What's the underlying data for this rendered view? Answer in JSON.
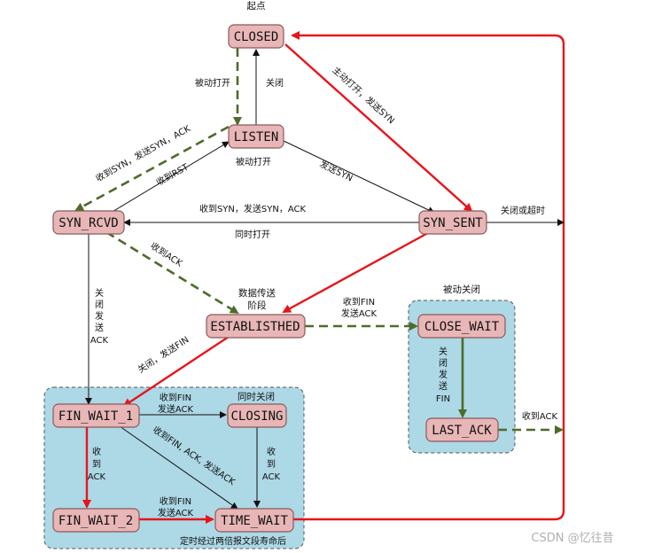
{
  "colors": {
    "state_fill": "#e8b6b6",
    "state_stroke": "#8a5a5a",
    "region_fill": "#add8e6",
    "region_stroke": "#555555",
    "red": "#e8141a",
    "green": "#4e6b2a",
    "black": "#111111"
  },
  "titles": {
    "start": "起点",
    "passive_close": "被动关闭",
    "simultaneous_close": "同时关闭",
    "data_transfer_1": "数据传送",
    "data_transfer_2": "阶段",
    "timed_wait": "定时经过两倍报文段寿命后"
  },
  "states": {
    "closed": "CLOSED",
    "listen": "LISTEN",
    "syn_rcvd": "SYN_RCVD",
    "syn_sent": "SYN_SENT",
    "established": "ESTABLISTHED",
    "close_wait": "CLOSE_WAIT",
    "last_ack": "LAST_ACK",
    "fin_wait_1": "FIN_WAIT_1",
    "closing": "CLOSING",
    "fin_wait_2": "FIN_WAIT_2",
    "time_wait": "TIME_WAIT"
  },
  "labels": {
    "passive_open_1": "被动打开",
    "close_1": "关闭",
    "active_open_send_syn": "主动打开，发送SYN",
    "recv_syn_send_synack_1": "收到SYN，发送SYN，ACK",
    "recv_rst": "收到RST",
    "passive_open_2": "被动打开",
    "send_syn": "发送SYN",
    "recv_syn_send_synack_2": "收到SYN，发送SYN，ACK",
    "simultaneous_open": "同时打开",
    "close_or_timeout": "关闭或超时",
    "recv_ack_1": "收到ACK",
    "recv_fin_send_ack_1a": "收到FIN",
    "recv_fin_send_ack_1b": "发送ACK",
    "close_send_fin_v": [
      "关",
      "闭",
      "发",
      "送",
      "ACK"
    ],
    "close_send_fin": "关闭，发送FIN",
    "close_send_fin_v2": [
      "关",
      "闭",
      "发",
      "送",
      "FIN"
    ],
    "recv_ack_2": "收到ACK",
    "recv_fin_send_ack_2a": "收到FIN",
    "recv_fin_send_ack_2b": "发送ACK",
    "recv_finack_send_ack": "收到FIN, ACK, 发送ACK",
    "recv_ack_v1": [
      "收",
      "到",
      "ACK"
    ],
    "recv_ack_v2": [
      "收",
      "到",
      "ACK"
    ],
    "recv_fin_send_ack_3a": "收到FIN",
    "recv_fin_send_ack_3b": "发送ACK"
  },
  "watermark": "CSDN @忆往昔"
}
